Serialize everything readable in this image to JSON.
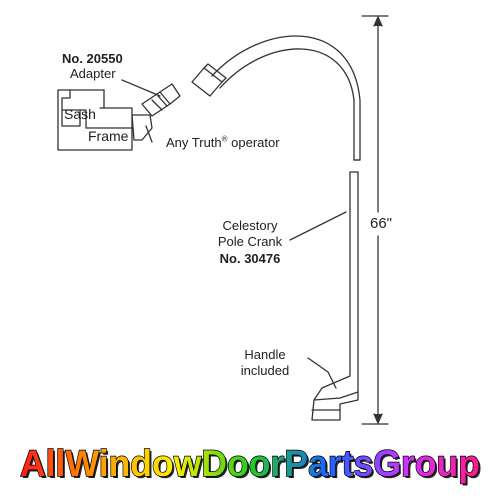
{
  "labels": {
    "adapter_number": "No. 20550",
    "adapter_text": "Adapter",
    "sash": "Sash",
    "frame": "Frame",
    "operator_text": "Any Truth",
    "operator_mark": "®",
    "operator_suffix": " operator",
    "crank_line1": "Celestory",
    "crank_line2": "Pole Crank",
    "crank_number": "No. 30476",
    "length": "66\"",
    "handle_line1": "Handle",
    "handle_line2": "included"
  },
  "brand": {
    "text": "AllWindowDoorPartsGroup",
    "gradient": [
      "#ff1a1a",
      "#ff9900",
      "#ffee00",
      "#22cc22",
      "#1a66ff",
      "#cc33ff",
      "#ff1a8c"
    ]
  },
  "colors": {
    "line": "#333333"
  }
}
